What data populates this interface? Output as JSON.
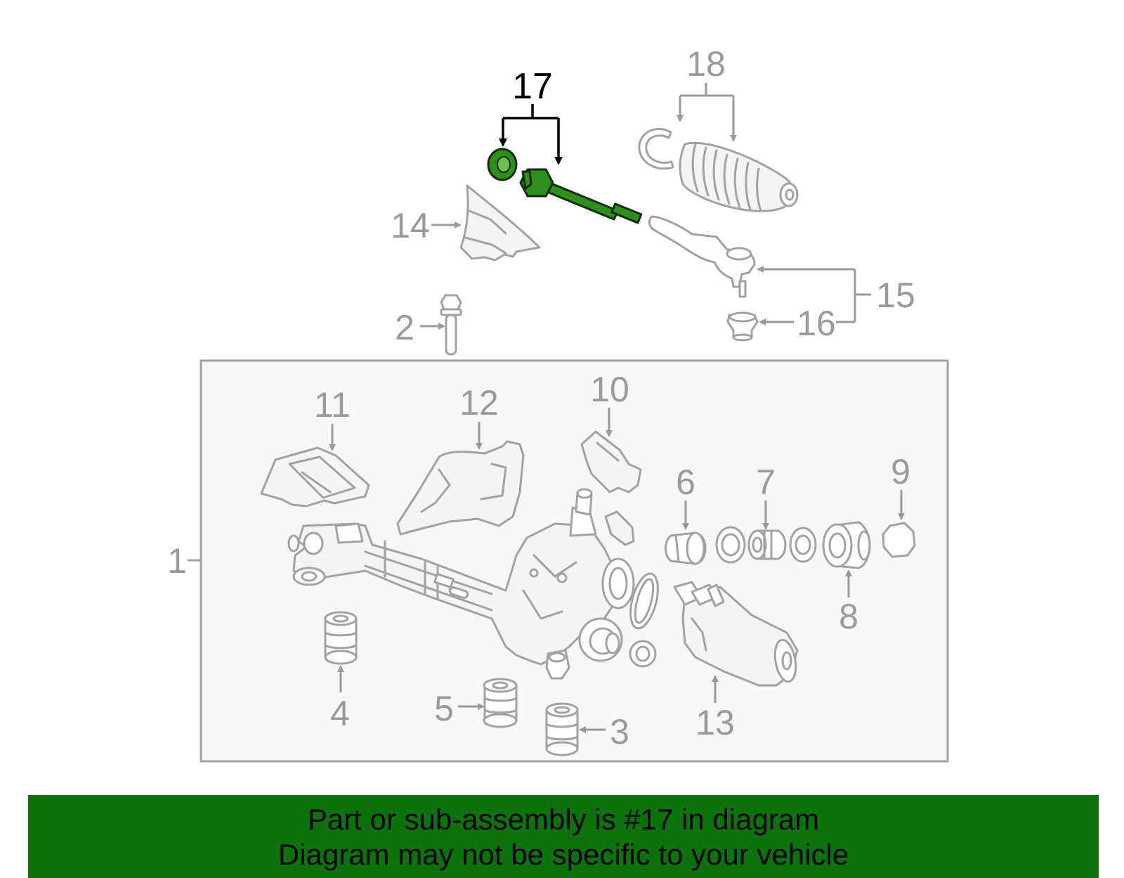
{
  "callouts": {
    "c1": "1",
    "c2": "2",
    "c3": "3",
    "c4": "4",
    "c5": "5",
    "c6": "6",
    "c7": "7",
    "c8": "8",
    "c9": "9",
    "c10": "10",
    "c11": "11",
    "c12": "12",
    "c13": "13",
    "c14": "14",
    "c15": "15",
    "c16": "16",
    "c17": "17",
    "c18": "18"
  },
  "highlighted_part": "17",
  "colors": {
    "highlight_fill": "#2f8f1e",
    "banner_background": "#0c730c",
    "label_gray": "#9a9a9a",
    "box_fill": "#f7f7f7"
  },
  "footer": {
    "line1": "Part or sub-assembly is #17 in diagram",
    "line2": "Diagram may not be specific to your vehicle"
  }
}
